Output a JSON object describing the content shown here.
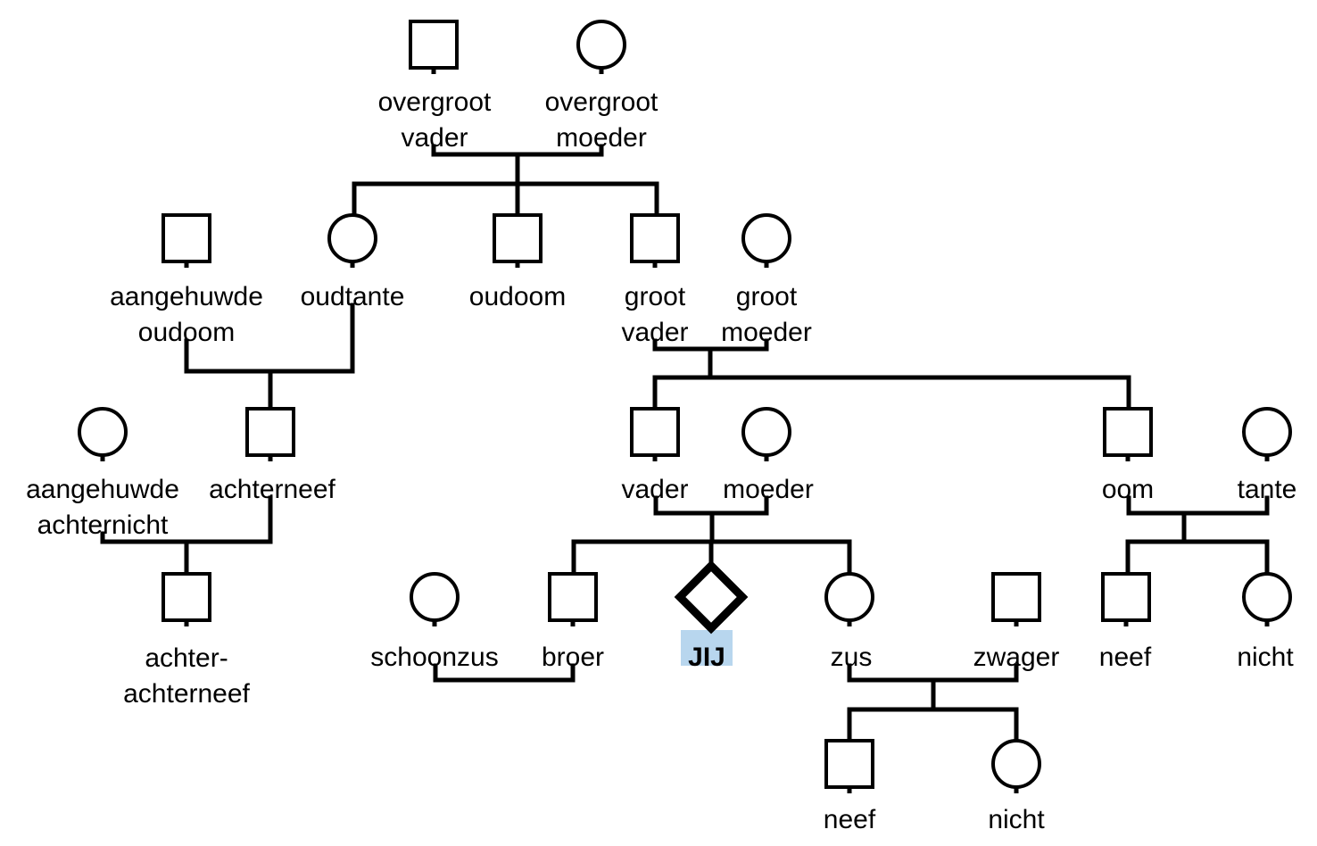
{
  "colors": {
    "line": "#000000",
    "background": "#ffffff",
    "self_highlight": "#b8d6ee"
  },
  "people": {
    "overgrootvader": {
      "sex": "male",
      "label": [
        "overgroot",
        "vader"
      ]
    },
    "overgrootmoeder": {
      "sex": "female",
      "label": [
        "overgroot",
        "moeder"
      ]
    },
    "aangehuwde_oudoom": {
      "sex": "male",
      "label": [
        "aangehuwde",
        "oudoom"
      ]
    },
    "oudtante": {
      "sex": "female",
      "label": [
        "oudtante"
      ]
    },
    "oudoom": {
      "sex": "male",
      "label": [
        "oudoom"
      ]
    },
    "grootvader": {
      "sex": "male",
      "label": [
        "groot",
        "vader"
      ]
    },
    "grootmoeder": {
      "sex": "female",
      "label": [
        "groot",
        "moeder"
      ]
    },
    "aangehuwde_achternicht": {
      "sex": "female",
      "label": [
        "aangehuwde",
        "achternicht"
      ]
    },
    "achterneef": {
      "sex": "male",
      "label": [
        "achterneef"
      ]
    },
    "vader": {
      "sex": "male",
      "label": [
        "vader"
      ]
    },
    "moeder": {
      "sex": "female",
      "label": [
        "moeder"
      ]
    },
    "oom": {
      "sex": "male",
      "label": [
        "oom"
      ]
    },
    "tante": {
      "sex": "female",
      "label": [
        "tante"
      ]
    },
    "achter_achterneef": {
      "sex": "male",
      "label": [
        "achter-",
        "achterneef"
      ]
    },
    "schoonzus": {
      "sex": "female",
      "label": [
        "schoonzus"
      ]
    },
    "broer": {
      "sex": "male",
      "label": [
        "broer"
      ]
    },
    "jij": {
      "sex": "self",
      "label": [
        "JIJ"
      ]
    },
    "zus": {
      "sex": "female",
      "label": [
        "zus"
      ]
    },
    "zwager": {
      "sex": "male",
      "label": [
        "zwager"
      ]
    },
    "neef_oom": {
      "sex": "male",
      "label": [
        "neef"
      ]
    },
    "nicht_oom": {
      "sex": "female",
      "label": [
        "nicht"
      ]
    },
    "neef_zus": {
      "sex": "male",
      "label": [
        "neef"
      ]
    },
    "nicht_zus": {
      "sex": "female",
      "label": [
        "nicht"
      ]
    }
  },
  "families": [
    {
      "parents": [
        "overgrootvader",
        "overgrootmoeder"
      ],
      "children": [
        "oudtante",
        "oudoom",
        "grootvader"
      ]
    },
    {
      "parents": [
        "aangehuwde_oudoom",
        "oudtante"
      ],
      "children": [
        "achterneef"
      ]
    },
    {
      "parents": [
        "grootvader",
        "grootmoeder"
      ],
      "children": [
        "vader",
        "oom"
      ]
    },
    {
      "parents": [
        "aangehuwde_achternicht",
        "achterneef"
      ],
      "children": [
        "achter_achterneef"
      ]
    },
    {
      "parents": [
        "vader",
        "moeder"
      ],
      "children": [
        "broer",
        "jij",
        "zus"
      ]
    },
    {
      "parents": [
        "oom",
        "tante"
      ],
      "children": [
        "neef_oom",
        "nicht_oom"
      ]
    },
    {
      "parents": [
        "schoonzus",
        "broer"
      ],
      "children": []
    },
    {
      "parents": [
        "zus",
        "zwager"
      ],
      "children": [
        "neef_zus",
        "nicht_zus"
      ]
    }
  ]
}
